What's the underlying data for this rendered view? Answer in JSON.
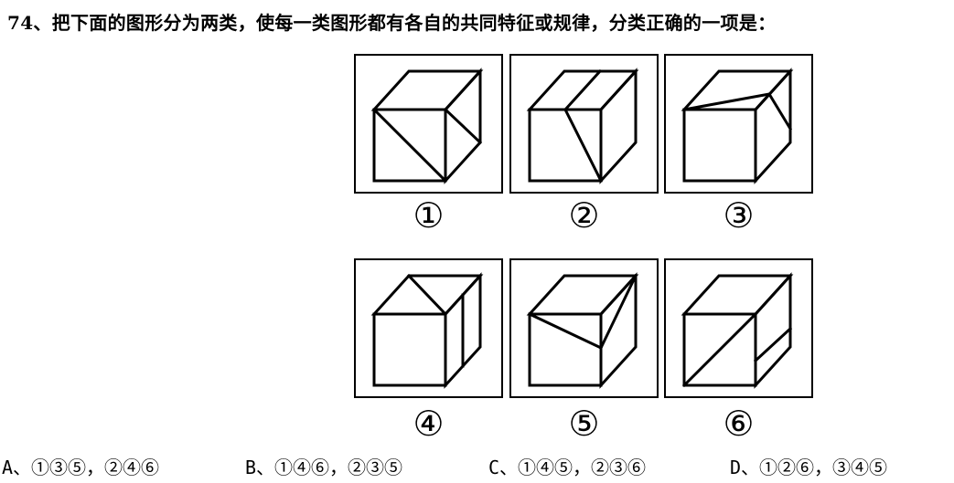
{
  "question": {
    "text": "74、把下面的图形分为两类，使每一类图形都有各自的共同特征或规律，分类正确的一项是："
  },
  "figures": [
    {
      "label": "①"
    },
    {
      "label": "②"
    },
    {
      "label": "③"
    },
    {
      "label": "④"
    },
    {
      "label": "⑤"
    },
    {
      "label": "⑥"
    }
  ],
  "options": [
    {
      "text": "A、①③⑤，②④⑥"
    },
    {
      "text": "B、①④⑥，②③⑤"
    },
    {
      "text": "C、①④⑤，②③⑥"
    },
    {
      "text": "D、①②⑥，③④⑤"
    }
  ]
}
